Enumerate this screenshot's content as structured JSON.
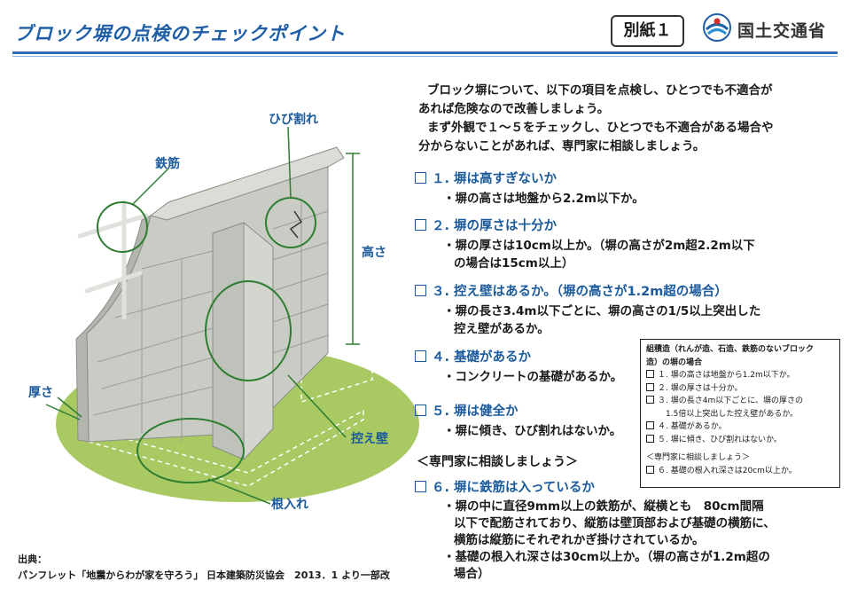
{
  "header": {
    "title": "ブロック塀の点検のチェックポイント",
    "badge": "別紙１",
    "ministry": "国土交通省"
  },
  "illustration": {
    "labels": {
      "rebar": "鉄筋",
      "crack": "ひび割れ",
      "height": "高さ",
      "thickness": "厚さ",
      "buttress": "控え壁",
      "embedment": "根入れ"
    }
  },
  "intro": {
    "lines": [
      "ブロック塀について、以下の項目を点検し、ひとつでも不適合が",
      "あれば危険なので改善しましょう。",
      "まず外観で１～５をチェックし、ひとつでも不適合がある場合や",
      "分からないことがあれば、専門家に相談しましょう。"
    ]
  },
  "items": [
    {
      "head": "１. 塀は高すぎないか",
      "body": [
        "・塀の高さは地盤から2.2m以下か。"
      ]
    },
    {
      "head": "２. 塀の厚さは十分か",
      "body": [
        "・塀の厚さは10cm以上か。（塀の高さが2m超2.2m以下",
        "の場合は15cm以上）"
      ]
    },
    {
      "head": "３. 控え壁はあるか。（塀の高さが1.2m超の場合）",
      "body": [
        "・塀の長さ3.4m以下ごとに、塀の高さの1/5以上突出した",
        "控え壁があるか。"
      ]
    },
    {
      "head": "４. 基礎があるか",
      "body": [
        "・コンクリートの基礎があるか。"
      ]
    },
    {
      "head": "５. 塀は健全か",
      "body": [
        "・塀に傾き、ひび割れはないか。"
      ]
    },
    {
      "head": "６. 塀に鉄筋は入っているか",
      "body": [
        "・塀の中に直径9mm以上の鉄筋が、縦横とも　80cm間隔",
        "以下で配筋されており、縦筋は壁頂部および基礎の横筋に、",
        "横筋は縦筋にそれぞれかぎ掛けされているか。",
        "・基礎の根入れ深さは30cm以上か。（塀の高さが1.2m超の",
        "場合）"
      ]
    }
  ],
  "consult": "＜専門家に相談しましょう＞",
  "sidebox": {
    "heading": [
      "組積造（れんが造、石造、鉄筋のないブロック",
      "造）の塀の場合"
    ],
    "items": [
      "１. 塀の高さは地盤から1.2m以下か。",
      "２. 塀の厚さは十分か。",
      "３. 塀の長さ4m以下ごとに、塀の厚さの",
      "４. 基礎があるか。",
      "５. 塀に傾き、ひび割れはないか。"
    ],
    "item3_cont": "1.5倍以上突出した控え壁があるか。",
    "consult": "＜専門家に相談しましょう＞",
    "item6": "６. 基礎の根入れ深さは20cm以上か。"
  },
  "source": {
    "label": "出典：",
    "text": "パンフレット「地震からわが家を守ろう」 日本建築防災協会　2013．1 より一部改"
  }
}
